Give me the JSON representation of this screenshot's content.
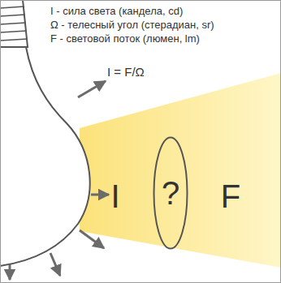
{
  "diagram": {
    "nodes": [
      {
        "text": [
          "?"
        ]
      }
    ],
    "labels": [
      "I - сила света (кандела, cd)",
      "Ω - телесный угол (стерадиан, sr)",
      "F - световой поток (люмен, lm)",
      "I = F/Ω",
      "I",
      "F"
    ]
  }
}
